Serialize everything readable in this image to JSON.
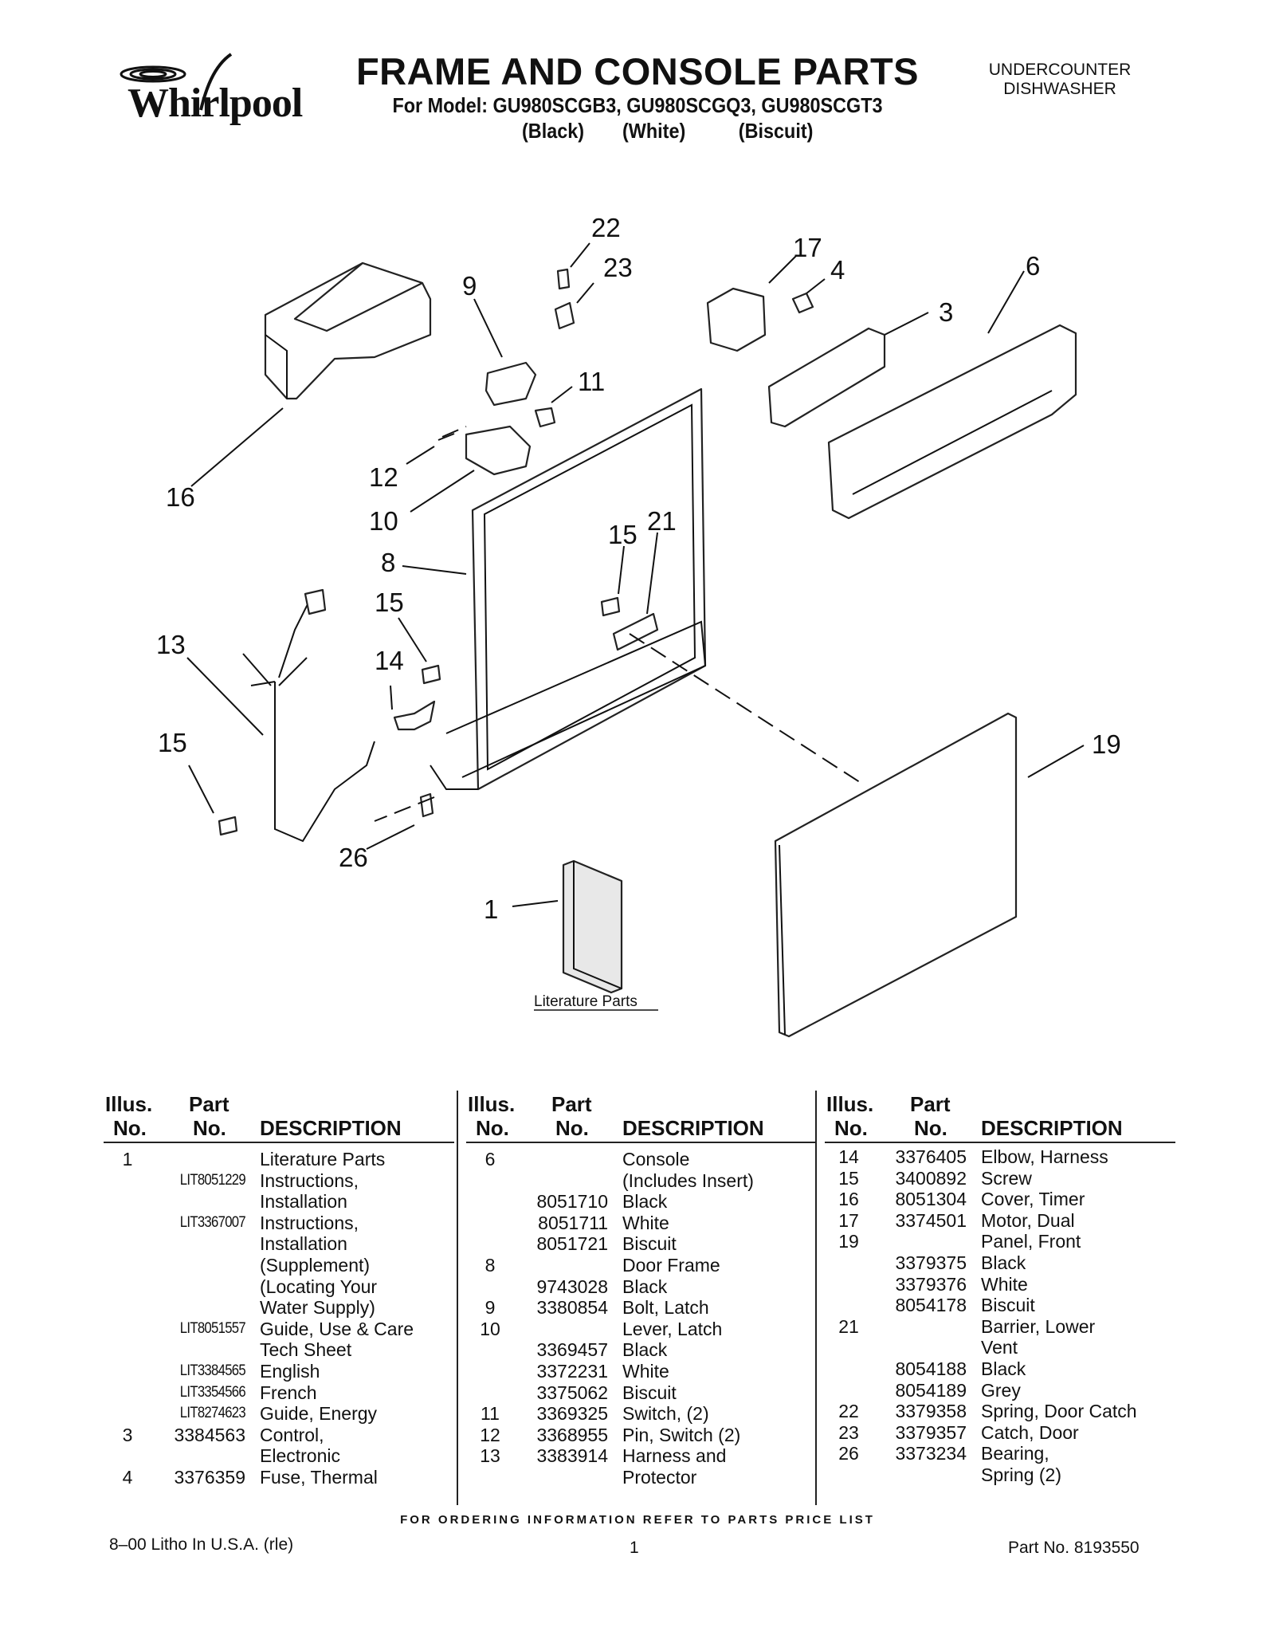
{
  "header": {
    "logo_text": "Whirlpool",
    "title": "FRAME AND CONSOLE PARTS",
    "subtitle": "For Model: GU980SCGB3, GU980SCGQ3, GU980SCGT3",
    "variants": [
      "(Black)",
      "(White)",
      "(Biscuit)"
    ],
    "product_type_line1": "UNDERCOUNTER",
    "product_type_line2": "DISHWASHER"
  },
  "diagram": {
    "callouts": [
      "22",
      "23",
      "17",
      "4",
      "9",
      "6",
      "11",
      "3",
      "16",
      "12",
      "10",
      "15",
      "21",
      "8",
      "15",
      "13",
      "14",
      "15",
      "19",
      "26",
      "1"
    ],
    "literature_label": "Literature Parts"
  },
  "table": {
    "headers": {
      "illus_line1": "Illus.",
      "illus_line2": "No.",
      "part_line1": "Part",
      "part_line2": "No.",
      "description": "DESCRIPTION"
    },
    "columns": [
      [
        {
          "illus": "1",
          "part": "",
          "desc": "Literature Parts"
        },
        {
          "illus": "",
          "part": "LIT8051229",
          "desc": "Instructions,"
        },
        {
          "illus": "",
          "part": "",
          "desc": "Installation"
        },
        {
          "illus": "",
          "part": "LIT3367007",
          "desc": "Instructions,"
        },
        {
          "illus": "",
          "part": "",
          "desc": "Installation"
        },
        {
          "illus": "",
          "part": "",
          "desc": "(Supplement)"
        },
        {
          "illus": "",
          "part": "",
          "desc": "(Locating Your"
        },
        {
          "illus": "",
          "part": "",
          "desc": "Water Supply)"
        },
        {
          "illus": "",
          "part": "LIT8051557",
          "desc": "Guide, Use & Care"
        },
        {
          "illus": "",
          "part": "",
          "desc": "Tech Sheet"
        },
        {
          "illus": "",
          "part": "LIT3384565",
          "desc": "English"
        },
        {
          "illus": "",
          "part": "LIT3354566",
          "desc": "French"
        },
        {
          "illus": "",
          "part": "LIT8274623",
          "desc": "Guide, Energy"
        },
        {
          "illus": "3",
          "part": "3384563",
          "desc": "Control,"
        },
        {
          "illus": "",
          "part": "",
          "desc": "Electronic"
        },
        {
          "illus": "4",
          "part": "3376359",
          "desc": "Fuse, Thermal"
        }
      ],
      [
        {
          "illus": "6",
          "part": "",
          "desc": "Console"
        },
        {
          "illus": "",
          "part": "",
          "desc": "(Includes Insert)"
        },
        {
          "illus": "",
          "part": "8051710",
          "desc": "Black"
        },
        {
          "illus": "",
          "part": "8051711",
          "desc": "White"
        },
        {
          "illus": "",
          "part": "8051721",
          "desc": "Biscuit"
        },
        {
          "illus": "8",
          "part": "",
          "desc": "Door Frame"
        },
        {
          "illus": "",
          "part": "9743028",
          "desc": "Black"
        },
        {
          "illus": "9",
          "part": "3380854",
          "desc": "Bolt, Latch"
        },
        {
          "illus": "10",
          "part": "",
          "desc": "Lever, Latch"
        },
        {
          "illus": "",
          "part": "3369457",
          "desc": "Black"
        },
        {
          "illus": "",
          "part": "3372231",
          "desc": "White"
        },
        {
          "illus": "",
          "part": "3375062",
          "desc": "Biscuit"
        },
        {
          "illus": "11",
          "part": "3369325",
          "desc": "Switch, (2)"
        },
        {
          "illus": "12",
          "part": "3368955",
          "desc": "Pin, Switch (2)"
        },
        {
          "illus": "13",
          "part": "3383914",
          "desc": "Harness and"
        },
        {
          "illus": "",
          "part": "",
          "desc": "Protector"
        }
      ],
      [
        {
          "illus": "14",
          "part": "3376405",
          "desc": "Elbow, Harness"
        },
        {
          "illus": "15",
          "part": "3400892",
          "desc": "Screw"
        },
        {
          "illus": "16",
          "part": "8051304",
          "desc": "Cover, Timer"
        },
        {
          "illus": "17",
          "part": "3374501",
          "desc": "Motor, Dual"
        },
        {
          "illus": "19",
          "part": "",
          "desc": "Panel, Front"
        },
        {
          "illus": "",
          "part": "3379375",
          "desc": "Black"
        },
        {
          "illus": "",
          "part": "3379376",
          "desc": "White"
        },
        {
          "illus": "",
          "part": "8054178",
          "desc": "Biscuit"
        },
        {
          "illus": "21",
          "part": "",
          "desc": "Barrier, Lower"
        },
        {
          "illus": "",
          "part": "",
          "desc": "Vent"
        },
        {
          "illus": "",
          "part": "8054188",
          "desc": "Black"
        },
        {
          "illus": "",
          "part": "8054189",
          "desc": "Grey"
        },
        {
          "illus": "22",
          "part": "3379358",
          "desc": "Spring, Door Catch"
        },
        {
          "illus": "23",
          "part": "3379357",
          "desc": "Catch, Door"
        },
        {
          "illus": "26",
          "part": "3373234",
          "desc": "Bearing,"
        },
        {
          "illus": "",
          "part": "",
          "desc": "Spring (2)"
        }
      ]
    ]
  },
  "footer": {
    "ordering_note": "FOR ORDERING INFORMATION REFER TO PARTS PRICE LIST",
    "litho": "8–00 Litho In U.S.A. (rle)",
    "page": "1",
    "part_no": "Part No. 8193550"
  }
}
